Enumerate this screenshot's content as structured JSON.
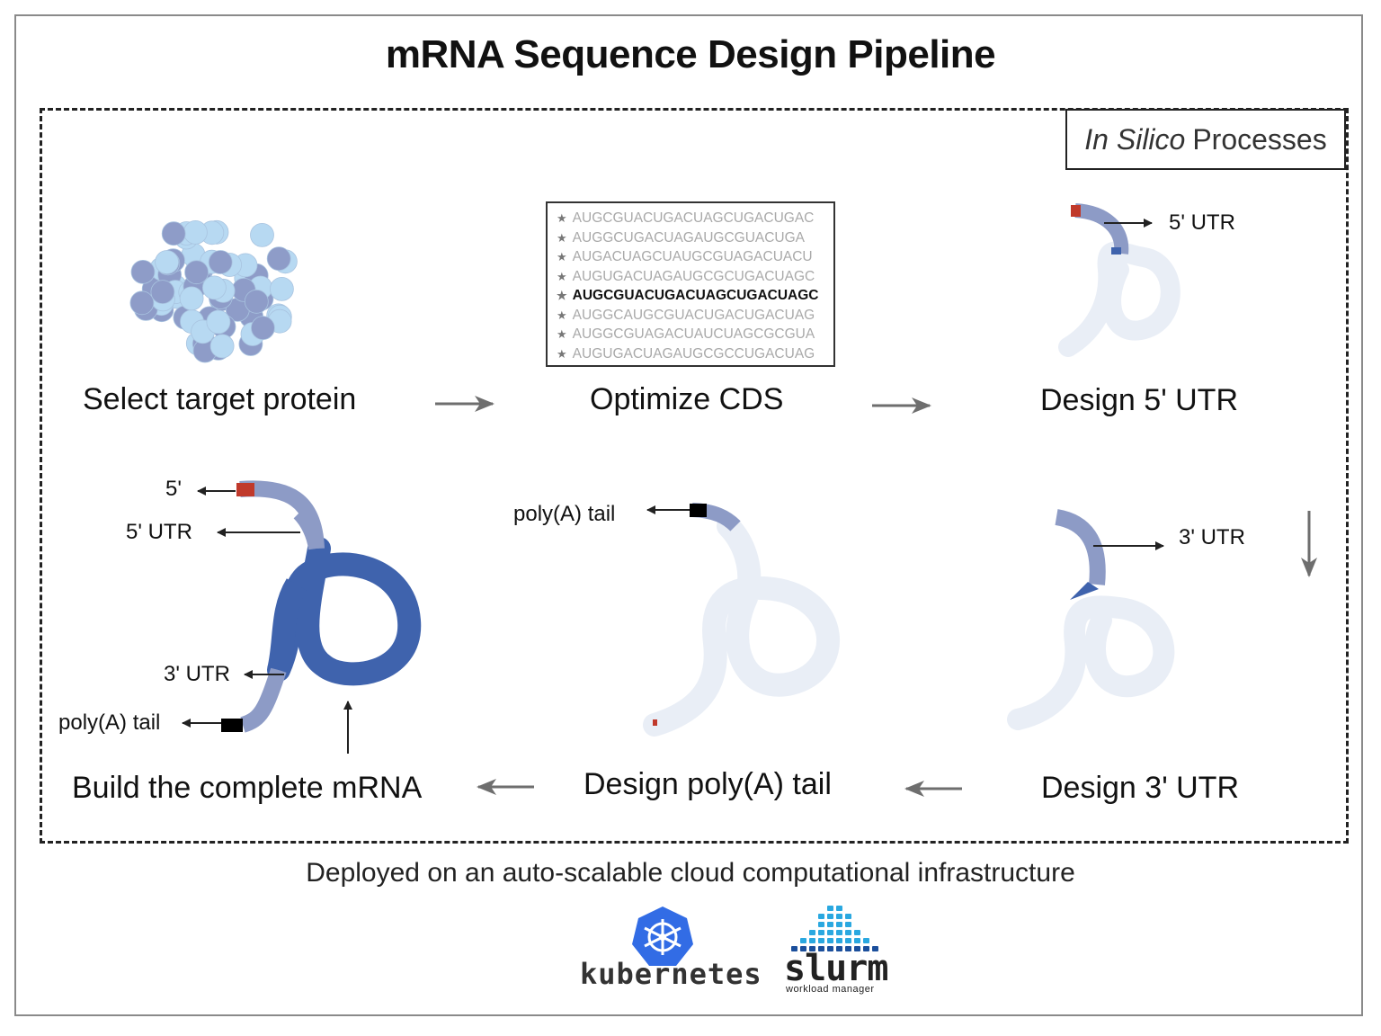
{
  "title": "mRNA Sequence Design Pipeline",
  "in_silico": {
    "italic": "In Silico",
    "rest": "Processes"
  },
  "steps": {
    "select_protein": "Select target protein",
    "optimize_cds": "Optimize CDS",
    "design_5utr": "Design 5' UTR",
    "design_3utr": "Design 3' UTR",
    "design_polya": "Design poly(A) tail",
    "build_mrna": "Build the complete mRNA"
  },
  "cds_sequences": [
    {
      "seq": "AUGCGUACUGACUAGCUGACUGAC",
      "bold": false
    },
    {
      "seq": "AUGGCUGACUAGAUGCGUACUGA",
      "bold": false
    },
    {
      "seq": "AUGACUAGCUAUGCGUAGACUACU",
      "bold": false
    },
    {
      "seq": "AUGUGACUAGAUGCGCUGACUAGC",
      "bold": false
    },
    {
      "seq": "AUGCGUACUGACUAGCUGACUAGC",
      "bold": true
    },
    {
      "seq": "AUGGCAUGCGUACUGACUGACUAG",
      "bold": false
    },
    {
      "seq": "AUGGCGUAGACUAUCUAGCGCGUA",
      "bold": false
    },
    {
      "seq": "AUGUGACUAGAUGCGCCUGACUAG",
      "bold": false
    }
  ],
  "annotations": {
    "five_prime_utr": "5' UTR",
    "three_prime_utr": "3' UTR",
    "polya_tail": "poly(A) tail",
    "five_prime": "5'"
  },
  "footer": "Deployed on an auto-scalable cloud computational infrastructure",
  "logos": {
    "kubernetes": "kubernetes",
    "slurm": "slurm",
    "slurm_sub": "workload manager"
  },
  "colors": {
    "protein_light": "#b7d9f2",
    "protein_dark": "#8e9cc8",
    "utr": "#8d9bc6",
    "cds": "#3f63ad",
    "cap": "#c0392b",
    "polya": "#000000",
    "faded": "#e9eef6",
    "arrow": "#6e6e6e",
    "kubernetes_blue": "#326ce5",
    "slurm_blue": "#2aa8e0"
  }
}
